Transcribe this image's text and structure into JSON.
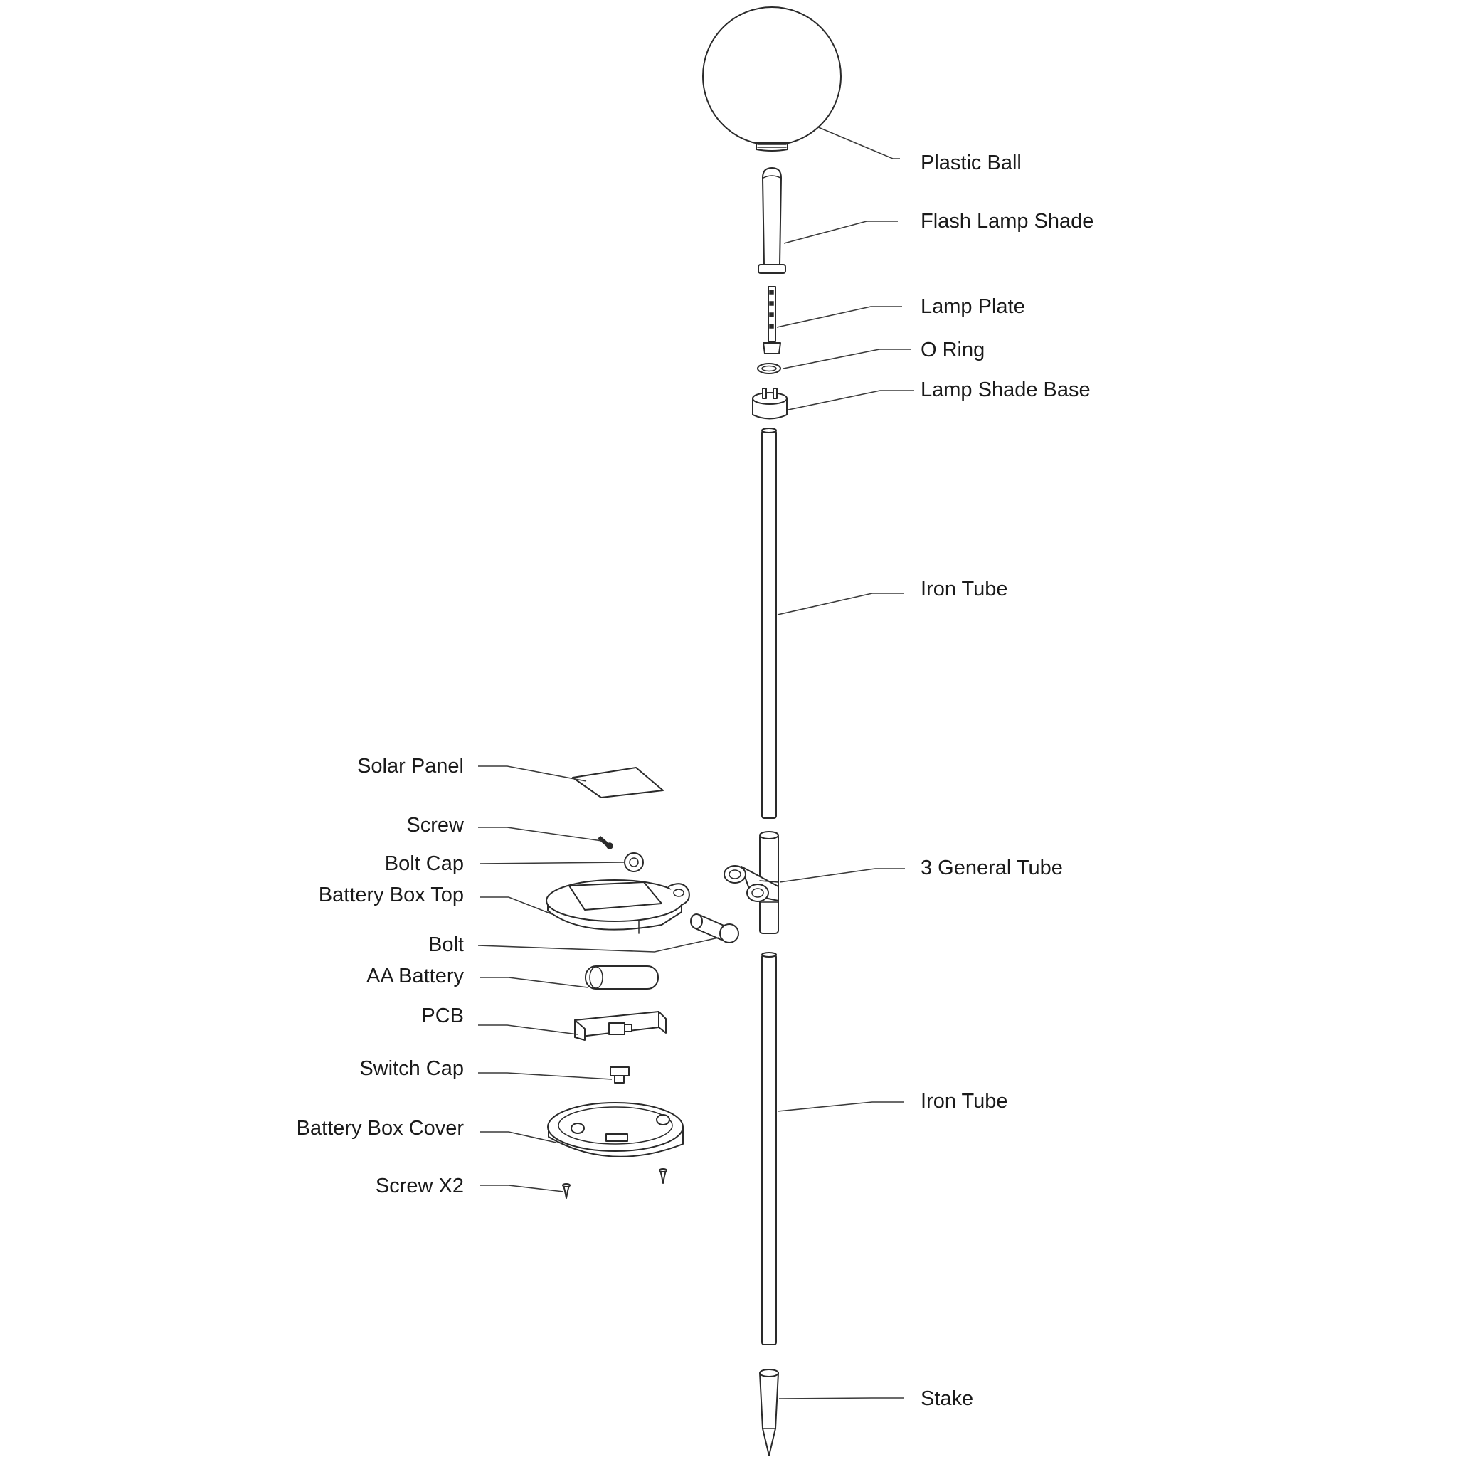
{
  "labels": {
    "plastic_ball": "Plastic Ball",
    "flash_lamp_shade": "Flash Lamp Shade",
    "lamp_plate": "Lamp Plate",
    "o_ring": "O Ring",
    "lamp_shade_base": "Lamp Shade Base",
    "iron_tube_upper": "Iron Tube",
    "solar_panel": "Solar Panel",
    "screw": "Screw",
    "bolt_cap": "Bolt Cap",
    "battery_box_top": "Battery Box Top",
    "three_general_tube": "3 General Tube",
    "bolt": "Bolt",
    "aa_battery": "AA Battery",
    "pcb": "PCB",
    "switch_cap": "Switch Cap",
    "battery_box_cover": "Battery Box Cover",
    "screw_x2": "Screw X2",
    "iron_tube_lower": "Iron Tube",
    "stake": "Stake"
  }
}
